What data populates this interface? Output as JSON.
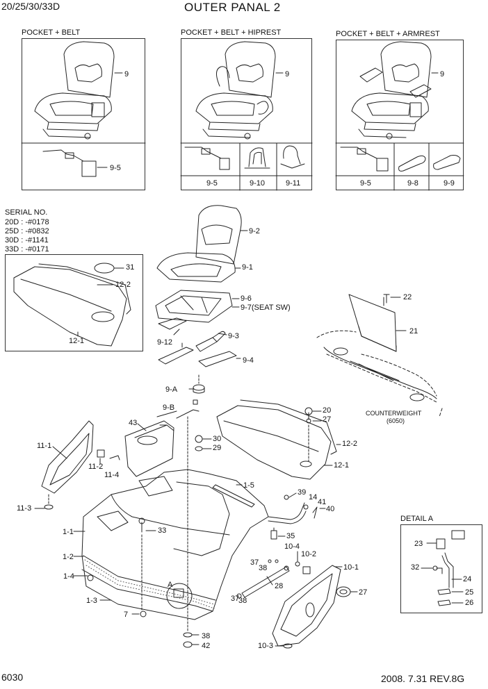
{
  "header": {
    "models": "20/25/30/33D",
    "title": "OUTER PANAL 2"
  },
  "footer": {
    "page_number": "6030",
    "revision": "2008. 7.31  REV.8G"
  },
  "variants": [
    {
      "caption": "POCKET + BELT",
      "seat_ref": "9",
      "parts": [
        "9-5"
      ]
    },
    {
      "caption": "POCKET + BELT + HIPREST",
      "seat_ref": "9",
      "parts": [
        "9-5",
        "9-10",
        "9-11"
      ]
    },
    {
      "caption": "POCKET + BELT + ARMREST",
      "seat_ref": "9",
      "parts": [
        "9-5",
        "9-8",
        "9-9"
      ]
    }
  ],
  "serial": {
    "heading": "SERIAL NO.",
    "lines": [
      "20D : -#0178",
      "25D : -#0832",
      "30D : -#1141",
      "33D : -#0171"
    ]
  },
  "callouts": {
    "c31": "31",
    "c12_2a": "12-2",
    "c12_1a": "12-1",
    "c9_2": "9-2",
    "c9_1": "9-1",
    "c9_6": "9-6",
    "c9_7": "9-7(SEAT SW)",
    "c9_12": "9-12",
    "c9_3": "9-3",
    "c9_4": "9-4",
    "c9_A": "9-A",
    "c9_B": "9-B",
    "c22": "22",
    "c21": "21",
    "c43": "43",
    "c30": "30",
    "c29": "29",
    "c20": "20",
    "c27a": "27",
    "c12_2b": "12-2",
    "c12_1b": "12-1",
    "c11_1": "11-1",
    "c11_2": "11-2",
    "c11_4": "11-4",
    "c11_3": "11-3",
    "c1_5": "1-5",
    "c39": "39",
    "c14": "14",
    "c41": "41",
    "c40": "40",
    "c35": "35",
    "c1_1": "1-1",
    "c33": "33",
    "c1_2": "1-2",
    "c1_4": "1-4",
    "c1_3": "1-3",
    "c7": "7",
    "cA": "A",
    "c10_4": "10-4",
    "c10_2": "10-2",
    "c10_1": "10-1",
    "c37a": "37",
    "c38a": "38",
    "c28": "28",
    "c37b": "37",
    "c38b": "38",
    "c27b": "27",
    "c38c": "38",
    "c42": "42",
    "c10_3": "10-3"
  },
  "counterweight": {
    "label": "COUNTERWEIGHT",
    "code": "(6050)"
  },
  "detail_a": {
    "title": "DETAIL A",
    "callouts": [
      "23",
      "32",
      "24",
      "25",
      "26"
    ]
  }
}
